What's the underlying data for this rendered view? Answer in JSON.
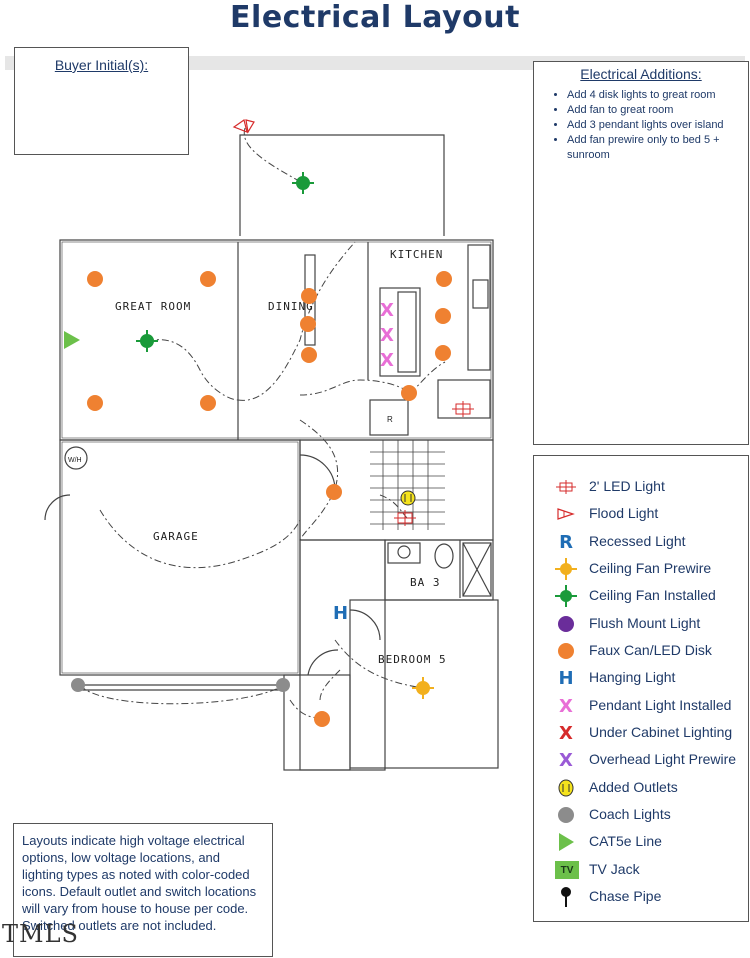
{
  "page": {
    "title": "Electrical Layout",
    "watermark": "TMLS"
  },
  "buyer_box": {
    "label": "Buyer Initial(s):"
  },
  "additions": {
    "heading": "Electrical Additions:",
    "items": [
      "Add 4 disk lights to great room",
      "Add fan to great room",
      "Add 3 pendant lights over island",
      "Add fan prewire only to bed 5 + sunroom"
    ]
  },
  "legend": {
    "items": [
      {
        "icon": "led-2ft-icon",
        "label": "2' LED Light",
        "color": "#d62b2b"
      },
      {
        "icon": "flood-light-icon",
        "label": "Flood Light",
        "color": "#d62b2b"
      },
      {
        "icon": "recessed-light-icon",
        "label": "Recessed Light",
        "color": "#1f6db5",
        "glyph": "R"
      },
      {
        "icon": "ceiling-fan-prewire-icon",
        "label": "Ceiling Fan Prewire",
        "color": "#f2b01e"
      },
      {
        "icon": "ceiling-fan-installed-icon",
        "label": "Ceiling Fan Installed",
        "color": "#1a9a3a"
      },
      {
        "icon": "flush-mount-light-icon",
        "label": "Flush Mount Light",
        "color": "#6a2d9a"
      },
      {
        "icon": "faux-can-led-disk-icon",
        "label": "Faux Can/LED Disk",
        "color": "#ef8131"
      },
      {
        "icon": "hanging-light-icon",
        "label": "Hanging Light",
        "color": "#1f6db5",
        "glyph": "H"
      },
      {
        "icon": "pendant-light-installed-icon",
        "label": "Pendant Light Installed",
        "color": "#e86fd6",
        "glyph": "X"
      },
      {
        "icon": "under-cabinet-lighting-icon",
        "label": "Under Cabinet Lighting",
        "color": "#d62b2b",
        "glyph": "X"
      },
      {
        "icon": "overhead-light-prewire-icon",
        "label": "Overhead Light Prewire",
        "color": "#9a5ad6",
        "glyph": "X"
      },
      {
        "icon": "added-outlets-icon",
        "label": "Added Outlets",
        "color": "#f5e31c"
      },
      {
        "icon": "coach-lights-icon",
        "label": "Coach Lights",
        "color": "#8c8c8c"
      },
      {
        "icon": "cat5e-line-icon",
        "label": "CAT5e Line",
        "color": "#6cc04a"
      },
      {
        "icon": "tv-jack-icon",
        "label": "TV Jack",
        "color": "#6cc04a",
        "glyph": "TV"
      },
      {
        "icon": "chase-pipe-icon",
        "label": "Chase Pipe",
        "color": "#111111"
      }
    ]
  },
  "note": {
    "text": "Layouts indicate high voltage electrical options, low voltage locations, and lighting types as noted with color-coded icons. Default outlet and switch locations will vary from house to house per code. Switched outlets are not included."
  },
  "plan": {
    "rooms": [
      "GREAT ROOM",
      "DINING",
      "KITCHEN",
      "GARAGE",
      "BA 3",
      "BEDROOM 5"
    ],
    "labels": {
      "wh": "W/H",
      "refrigerator": "R"
    }
  }
}
